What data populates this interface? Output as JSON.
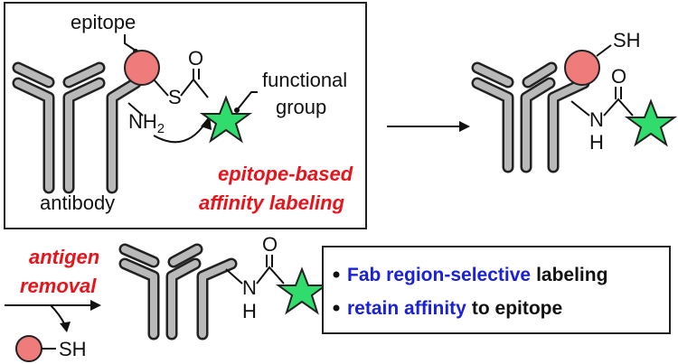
{
  "colors": {
    "antibody_fill": "#b9b9b9",
    "antibody_stroke": "#222222",
    "epitope_fill": "#f07b7b",
    "star_fill": "#2fdc6c",
    "red_text": "#e8141b",
    "blue_text": "#1a21d9"
  },
  "labels": {
    "epitope": "epitope",
    "functional_group_1": "functional",
    "functional_group_2": "group",
    "antibody": "antibody",
    "nh2_main": "NH",
    "nh2_sub": "2",
    "s_atom": "S",
    "o_atom": "O",
    "sh": "SH",
    "n_atom": "N",
    "h_atom": "H",
    "method_line1": "epitope-based",
    "method_line2": "affinity labeling",
    "antigen_line1": "antigen",
    "antigen_line2": "removal"
  },
  "bullets": [
    {
      "highlight": "Fab region-selective",
      "rest": "labeling"
    },
    {
      "highlight": "retain affinity",
      "rest": "to epitope"
    }
  ]
}
